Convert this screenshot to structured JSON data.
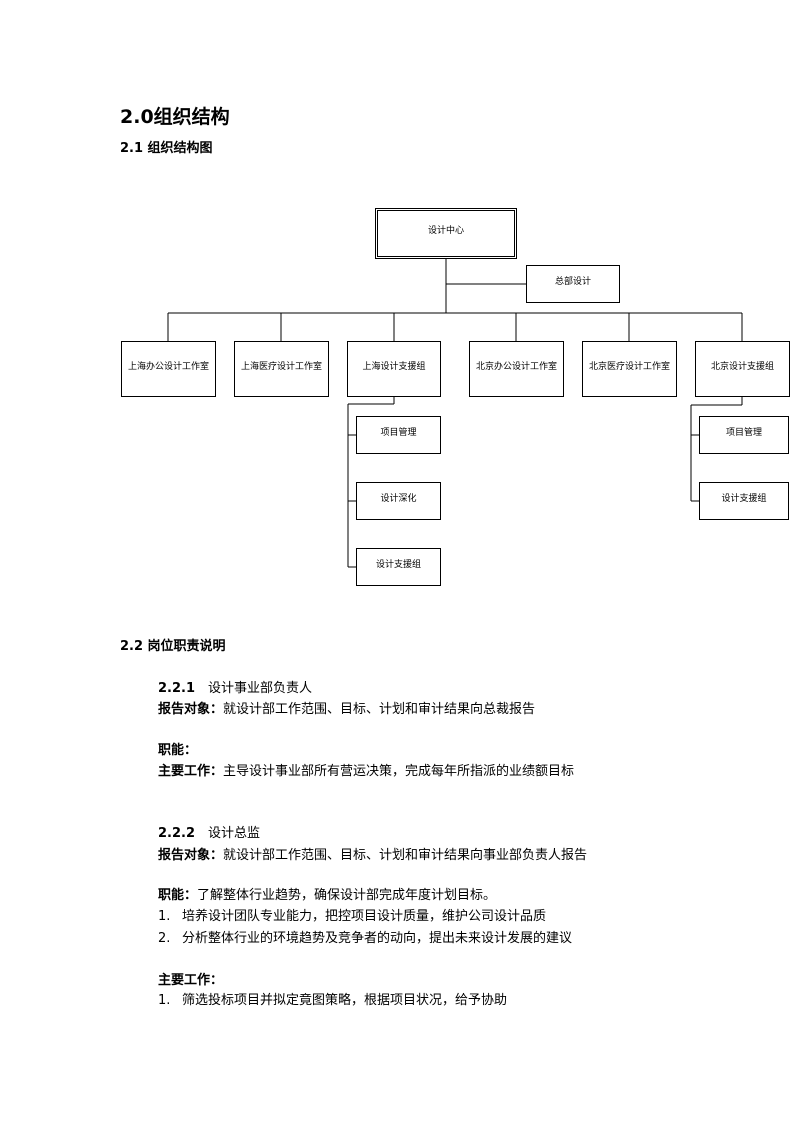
{
  "heading": "2.0组织结构",
  "subheading_chart": "2.1  组织结构图",
  "org": {
    "root": "设计中心",
    "side": "总部设计",
    "departments": [
      "上海办公设计工作室",
      "上海医疗设计工作室",
      "上海设计支援组",
      "北京办公设计工作室",
      "北京医疗设计工作室",
      "北京设计支援组"
    ],
    "shanghai_support_children": [
      "项目管理",
      "设计深化",
      "设计支援组"
    ],
    "beijing_support_children": [
      "项目管理",
      "设计支援组"
    ]
  },
  "subheading_duties": "2.2  岗位职责说明",
  "sec1": {
    "num": "2.2.1",
    "title": "设计事业部负责人",
    "report_label": "报告对象：",
    "report_text": "就设计部工作范围、目标、计划和审计结果向总裁报告",
    "func_label": "职能：",
    "work_label": "主要工作：",
    "work_text": "主导设计事业部所有营运决策，完成每年所指派的业绩额目标"
  },
  "sec2": {
    "num": "2.2.2",
    "title": "设计总监",
    "report_label": "报告对象：",
    "report_text": "就设计部工作范围、目标、计划和审计结果向事业部负责人报告",
    "func_label": "职能：",
    "func_text": "了解整体行业趋势，确保设计部完成年度计划目标。",
    "func_items": [
      {
        "n": "1.",
        "t": "培养设计团队专业能力，把控项目设计质量，维护公司设计品质"
      },
      {
        "n": "2.",
        "t": "分析整体行业的环境趋势及竞争者的动向，提出未来设计发展的建议"
      }
    ],
    "work_label": "主要工作：",
    "work_items": [
      {
        "n": "1.",
        "t": "筛选投标项目并拟定竟图策略，根据项目状况，给予协助"
      }
    ]
  }
}
